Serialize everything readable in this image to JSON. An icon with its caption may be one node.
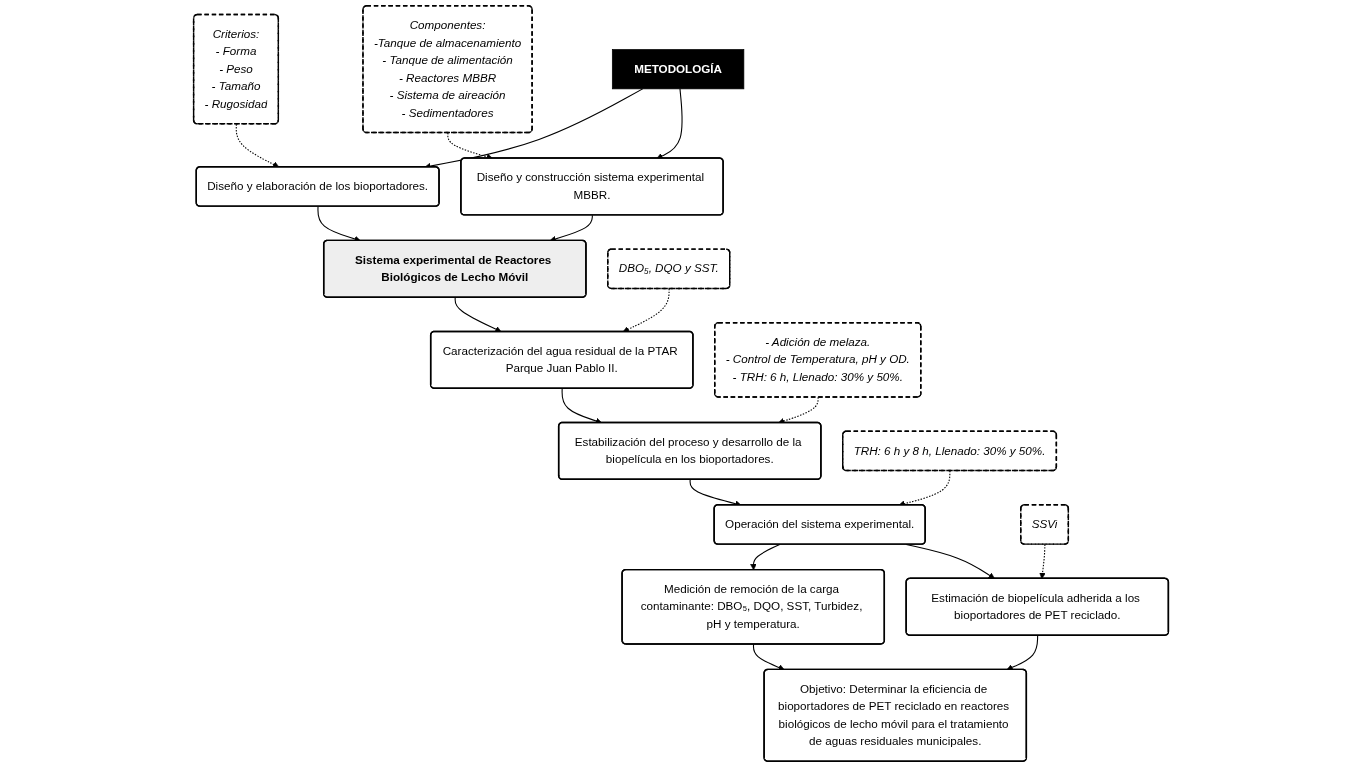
{
  "diagram": {
    "nodes": [
      {
        "text": [
          "METODOLOGÍA"
        ]
      },
      {
        "text": [
          "Diseño y construcción sistema experimental MBBR."
        ]
      },
      {
        "text": [
          "Diseño y elaboración de los bioportadores."
        ]
      },
      {
        "text": [
          "Componentes:",
          "-Tanque de almacenamiento",
          "- Tanque de alimentación",
          "- Reactores MBBR",
          "- Sistema de aireación",
          "- Sedimentadores"
        ]
      },
      {
        "text": [
          "Criterios:",
          "- Forma",
          "- Peso",
          "- Tamaño",
          "- Rugosidad"
        ]
      },
      {
        "text": [
          "Sistema experimental de Reactores Biológicos de Lecho Móvil"
        ]
      },
      {
        "text": [
          "Caracterización del agua residual de la PTAR Parque Juan Pablo II."
        ]
      },
      {
        "text": [
          "DBO₅, DQO y SST."
        ]
      },
      {
        "text": [
          "Estabilización del proceso y desarrollo de la biopelícula en los bioportadores."
        ]
      },
      {
        "text": [
          "- Adición de melaza.",
          "- Control de Temperatura, pH y OD.",
          "- TRH: 6 h, Llenado: 30% y 50%."
        ]
      },
      {
        "text": [
          "TRH: 6 h y 8 h, Llenado: 30% y 50%."
        ]
      },
      {
        "text": [
          "Operación del sistema experimental."
        ]
      },
      {
        "text": [
          "SSVi"
        ]
      },
      {
        "text": [
          "Estimación de biopelícula adherida a los bioportadores de PET reciclado."
        ]
      },
      {
        "text": [
          "Medición de remoción de la carga contaminante: DBO₅, DQO, SST, Turbidez, pH y temperatura."
        ]
      },
      {
        "text": [
          "Objetivo: Determinar la eficiencia de bioportadores de PET reciclado en reactores biológicos de lecho móvil para el tratamiento de aguas residuales municipales."
        ]
      }
    ],
    "edges": [
      {
        "from": 0,
        "to": 1,
        "arrow": "to"
      },
      {
        "from": 0,
        "to": 2,
        "arrow": "to"
      },
      {
        "from": 3,
        "to": 1,
        "arrow": "to",
        "style": "dashed"
      },
      {
        "from": 4,
        "to": 2,
        "arrow": "to",
        "style": "dashed"
      },
      {
        "from": 1,
        "to": 5,
        "arrow": "to"
      },
      {
        "from": 2,
        "to": 5,
        "arrow": "to"
      },
      {
        "from": 7,
        "to": 6,
        "arrow": "to",
        "style": "dashed"
      },
      {
        "from": 5,
        "to": 6,
        "arrow": "to"
      },
      {
        "from": 6,
        "to": 8,
        "arrow": "to"
      },
      {
        "from": 9,
        "to": 8,
        "arrow": "to",
        "style": "dashed"
      },
      {
        "from": 8,
        "to": 11,
        "arrow": "to"
      },
      {
        "from": 10,
        "to": 11,
        "arrow": "to",
        "style": "dashed"
      },
      {
        "from": 11,
        "to": 13,
        "arrow": "to"
      },
      {
        "from": 11,
        "to": 14,
        "arrow": "to"
      },
      {
        "from": 12,
        "to": 13,
        "arrow": "to",
        "style": "dashed"
      },
      {
        "from": 13,
        "to": 15,
        "arrow": "to"
      },
      {
        "from": 14,
        "to": 15,
        "arrow": "to"
      }
    ]
  }
}
